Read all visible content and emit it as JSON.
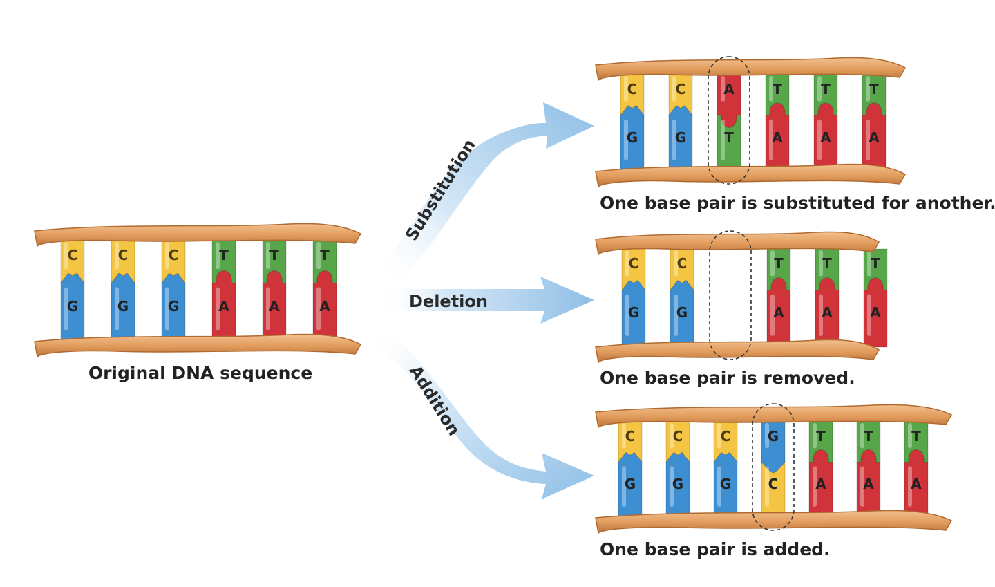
{
  "title_fragment": "... y ... g ... g ... g ...",
  "colors": {
    "C": "#f4c542",
    "G": "#3d8fd1",
    "T": "#57a64a",
    "A": "#d0343a",
    "backbone": "#e2a46a",
    "backbone_edge": "#b06a30",
    "arrow": "#a9cdee"
  },
  "arrows": {
    "substitution": "Substitution",
    "deletion": "Deletion",
    "addition": "Addition"
  },
  "strands": [
    {
      "id": "original",
      "caption": "Original DNA sequence",
      "pairs": [
        {
          "top": "C",
          "bottom": "G"
        },
        {
          "top": "C",
          "bottom": "G"
        },
        {
          "top": "C",
          "bottom": "G"
        },
        {
          "top": "T",
          "bottom": "A"
        },
        {
          "top": "T",
          "bottom": "A"
        },
        {
          "top": "T",
          "bottom": "A"
        }
      ],
      "highlight": null
    },
    {
      "id": "substitution",
      "caption": "One base pair is substituted for another.",
      "pairs": [
        {
          "top": "C",
          "bottom": "G"
        },
        {
          "top": "C",
          "bottom": "G"
        },
        {
          "top": "A",
          "bottom": "T"
        },
        {
          "top": "T",
          "bottom": "A"
        },
        {
          "top": "T",
          "bottom": "A"
        },
        {
          "top": "T",
          "bottom": "A"
        }
      ],
      "highlight": 2
    },
    {
      "id": "deletion",
      "caption": "One base pair is removed.",
      "pairs": [
        {
          "top": "C",
          "bottom": "G"
        },
        {
          "top": "C",
          "bottom": "G"
        },
        null,
        {
          "top": "T",
          "bottom": "A"
        },
        {
          "top": "T",
          "bottom": "A"
        },
        {
          "top": "T",
          "bottom": "A"
        }
      ],
      "highlight": 2
    },
    {
      "id": "addition",
      "caption": "One base pair is added.",
      "pairs": [
        {
          "top": "C",
          "bottom": "G"
        },
        {
          "top": "C",
          "bottom": "G"
        },
        {
          "top": "C",
          "bottom": "G"
        },
        {
          "top": "G",
          "bottom": "C"
        },
        {
          "top": "T",
          "bottom": "A"
        },
        {
          "top": "T",
          "bottom": "A"
        },
        {
          "top": "T",
          "bottom": "A"
        }
      ],
      "highlight": 3
    }
  ]
}
